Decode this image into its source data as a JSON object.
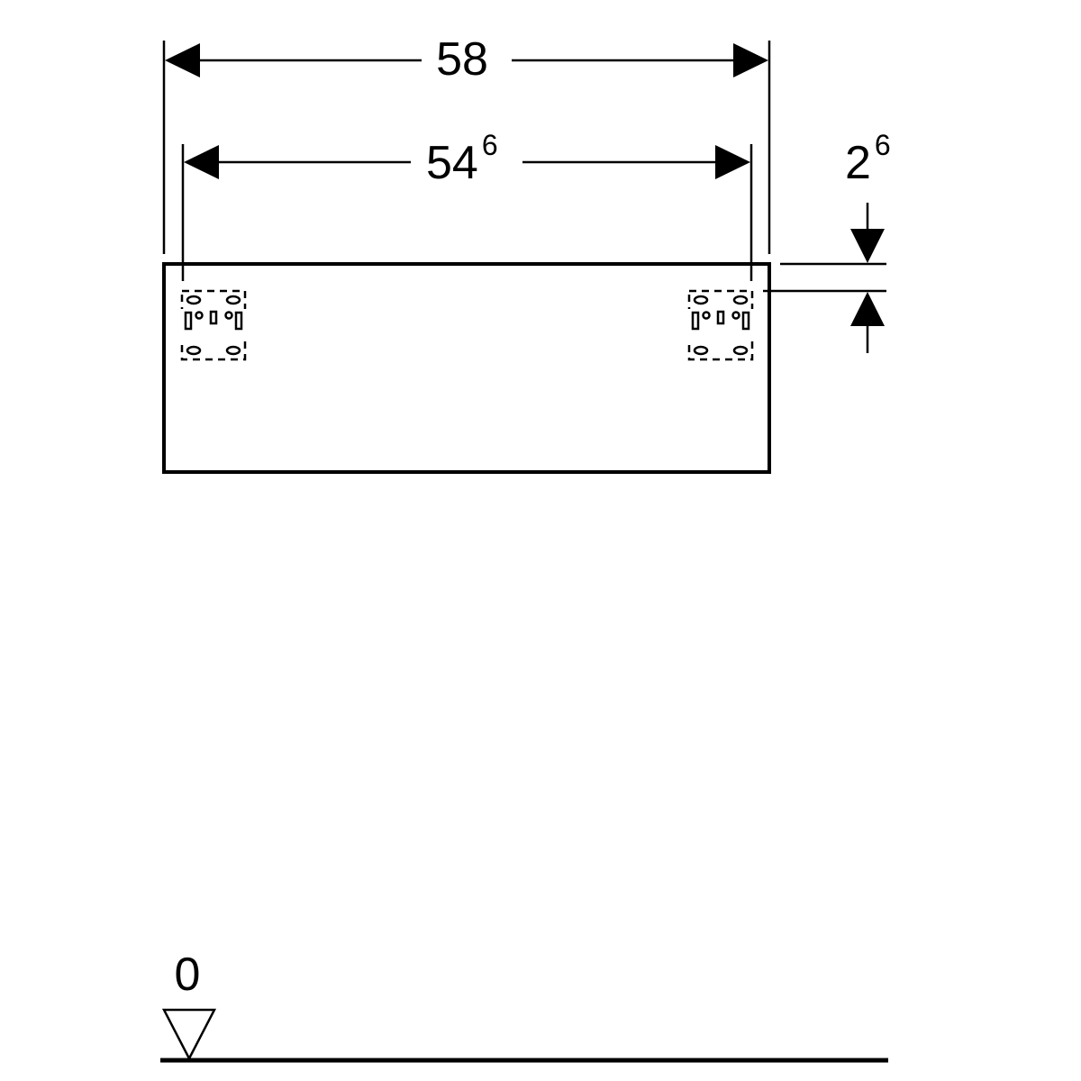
{
  "dimensions": {
    "overall_width": "58",
    "inner_width_main": "54",
    "inner_width_sup": "6",
    "thickness_main": "2",
    "thickness_sup": "6",
    "floor_level": "0"
  }
}
